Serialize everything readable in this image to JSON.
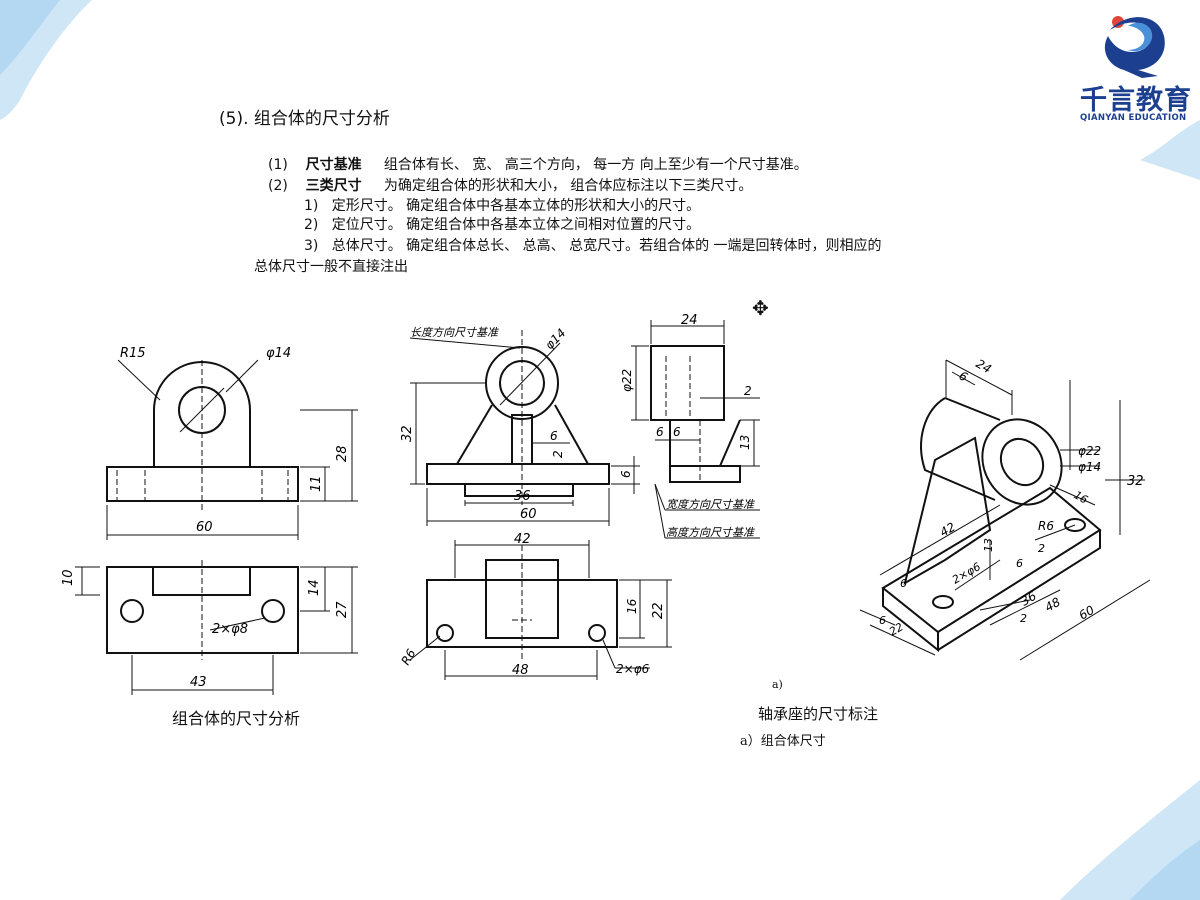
{
  "colors": {
    "brand_blue": "#1d3f8f",
    "brand_red": "#e2453b",
    "light_blue": "#cfe6f7",
    "ink": "#111111"
  },
  "logo": {
    "cn": "千言教育",
    "en": "QIANYAN EDUCATION",
    "icon": "qianyan-q-logo-icon"
  },
  "heading": "(5). 组合体的尺寸分析",
  "items": [
    {
      "num": "(1)",
      "term": "尺寸基准",
      "text": "组合体有长、 宽、 高三个方向， 每一方 向上至少有一个尺寸基准。"
    },
    {
      "num": "(2)",
      "term": "三类尺寸",
      "text": "为确定组合体的形状和大小， 组合体应标注以下三类尺寸。"
    }
  ],
  "subitems": [
    {
      "num": "1)",
      "text": "定形尺寸。 确定组合体中各基本立体的形状和大小的尺寸。"
    },
    {
      "num": "2)",
      "text": "定位尺寸。 确定组合体中各基本立体之间相对位置的尺寸。"
    },
    {
      "num": "3)",
      "text": "总体尺寸。 确定组合体总长、 总高、 总宽尺寸。若组合体的 一端是回转体时，则相应的"
    }
  ],
  "continuation": "总体尺寸一般不直接注出",
  "captions": {
    "left": "组合体的尺寸分析",
    "a_small": "a)",
    "bearing": "轴承座的尺寸标注",
    "combo": "a）组合体尺寸"
  },
  "drawing1": {
    "r": "R15",
    "phi": "φ14",
    "h28": "28",
    "h11": "11",
    "w60": "60",
    "d10": "10",
    "d14": "14",
    "d27": "27",
    "holes": "2×φ8",
    "w43": "43"
  },
  "drawing2": {
    "datum_length": "长度方向尺寸基准",
    "phi": "φ14",
    "h32": "32",
    "w6": "6",
    "t2": "2",
    "w36": "36",
    "w60": "60",
    "t6": "6",
    "w24": "24",
    "phi22": "φ22",
    "g2": "2",
    "g6a": "6",
    "g6b": "6",
    "h13": "13",
    "datum_width": "宽度方向尺寸基准",
    "datum_height": "高度方向尺寸基准",
    "w42": "42",
    "h16": "16",
    "h22": "22",
    "r6": "R6",
    "holes": "2×φ6",
    "w48": "48"
  },
  "drawing3": {
    "w24": "24",
    "w6": "6",
    "phi22": "φ22",
    "phi14": "φ14",
    "h32": "32",
    "w16": "16",
    "r6": "R6",
    "w42": "42",
    "h13": "13",
    "h6": "6",
    "s2": "2",
    "holes": "2×φ6",
    "w36": "36",
    "w48": "48",
    "w2": "2",
    "w60": "60",
    "b6": "6",
    "b22": "22"
  }
}
